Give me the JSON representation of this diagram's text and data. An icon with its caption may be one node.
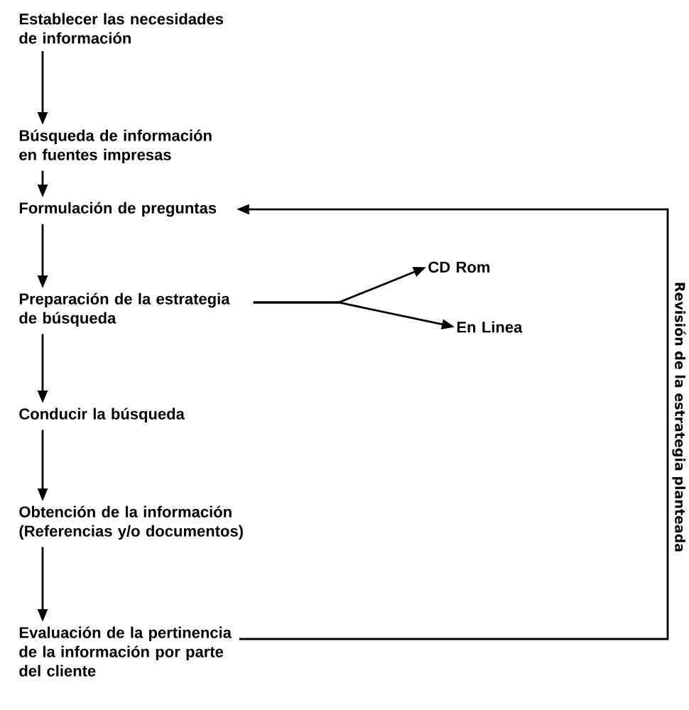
{
  "diagram": {
    "nodes": [
      {
        "text": [
          "Establecer las necesidades de información"
        ]
      },
      {
        "text": [
          "Búsqueda de información en fuentes impresas"
        ]
      },
      {
        "text": [
          "Formulación de preguntas"
        ]
      },
      {
        "text": [
          "Preparación de la estrategia de búsqueda"
        ]
      },
      {
        "text": [
          "CD Rom"
        ]
      },
      {
        "text": [
          "En Linea"
        ]
      },
      {
        "text": [
          "Conducir la búsqueda"
        ]
      },
      {
        "text": [
          "Obtención de la información (Referencias y/o documentos)"
        ]
      },
      {
        "text": [
          "Evaluación de la pertinencia de la información por parte del cliente"
        ]
      }
    ],
    "edges": [
      {
        "from": 0,
        "to": 1,
        "arrow": "to"
      },
      {
        "from": 1,
        "to": 2,
        "arrow": "to"
      },
      {
        "from": 2,
        "to": 3,
        "arrow": "to"
      },
      {
        "from": 3,
        "to": 4,
        "arrow": "to"
      },
      {
        "from": 3,
        "to": 5,
        "arrow": "to"
      },
      {
        "from": 3,
        "to": 6,
        "arrow": "to"
      },
      {
        "from": 6,
        "to": 7,
        "arrow": "to"
      },
      {
        "from": 7,
        "to": 8,
        "arrow": "to"
      },
      {
        "from": 8,
        "to": 2,
        "arrow": "to",
        "label": "Revisión de la estrategia planteada"
      }
    ]
  }
}
